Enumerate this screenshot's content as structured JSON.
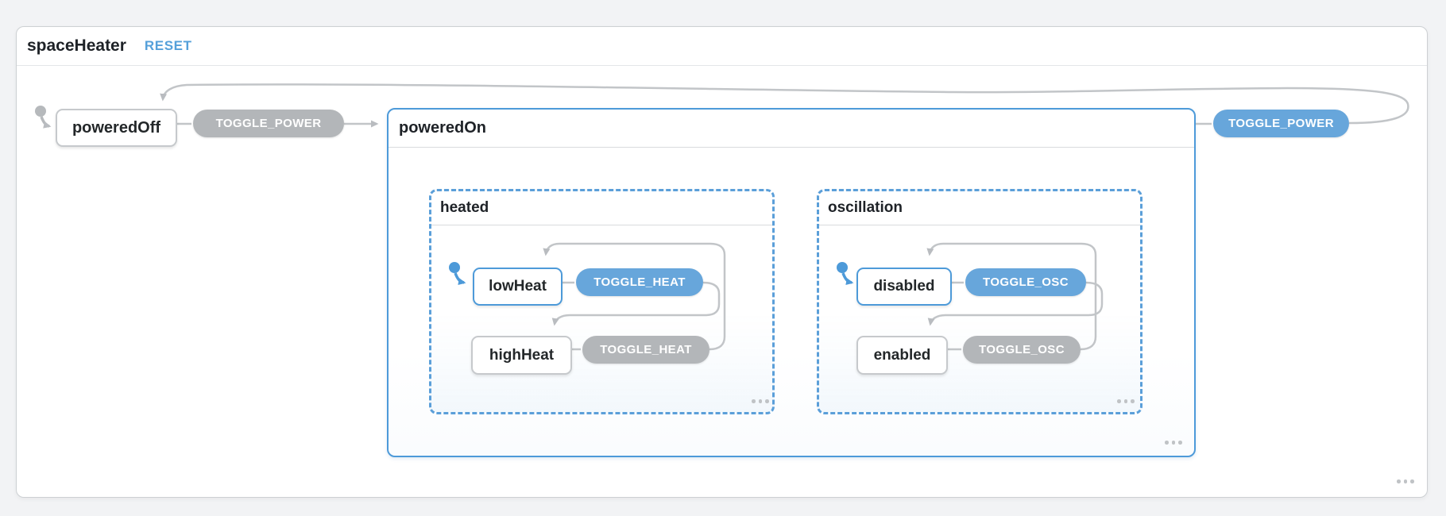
{
  "header": {
    "machine_title": "spaceHeater",
    "reset_label": "RESET"
  },
  "states": {
    "poweredOff": {
      "label": "poweredOff",
      "active": false,
      "initial": true
    },
    "poweredOn": {
      "label": "poweredOn",
      "active": true,
      "regions": {
        "heated": {
          "label": "heated",
          "children": {
            "lowHeat": {
              "label": "lowHeat",
              "active": true,
              "initial": true
            },
            "highHeat": {
              "label": "highHeat",
              "active": false
            }
          },
          "transitions": {
            "lowToHigh": {
              "event": "TOGGLE_HEAT",
              "from": "lowHeat",
              "to": "highHeat",
              "enabled": true
            },
            "highToLow": {
              "event": "TOGGLE_HEAT",
              "from": "highHeat",
              "to": "lowHeat",
              "enabled": false
            }
          }
        },
        "oscillation": {
          "label": "oscillation",
          "children": {
            "disabled": {
              "label": "disabled",
              "active": true,
              "initial": true
            },
            "enabled": {
              "label": "enabled",
              "active": false
            }
          },
          "transitions": {
            "disabledToEnabled": {
              "event": "TOGGLE_OSC",
              "from": "disabled",
              "to": "enabled",
              "enabled": true
            },
            "enabledToDisabled": {
              "event": "TOGGLE_OSC",
              "from": "enabled",
              "to": "disabled",
              "enabled": false
            }
          }
        }
      }
    }
  },
  "transitions": {
    "offToOn": {
      "event": "TOGGLE_POWER",
      "from": "poweredOff",
      "to": "poweredOn",
      "enabled": false
    },
    "onToOff": {
      "event": "TOGGLE_POWER",
      "from": "poweredOn",
      "to": "poweredOff",
      "enabled": true
    }
  },
  "colors": {
    "active_blue": "#4d9ad9",
    "pill_enabled_blue": "#67a6db",
    "pill_disabled_gray": "#b3b6b9",
    "line_gray": "#c2c5c8",
    "state_border_gray": "#c6c9cc",
    "reset_blue": "#55a0da",
    "text_dark": "#1e2227",
    "page_background": "#f2f3f5"
  }
}
